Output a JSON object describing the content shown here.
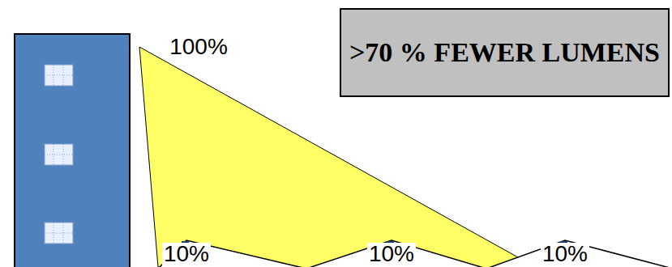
{
  "diagram": {
    "nodes": [
      {
        "text": [
          ">70 % FEWER LUMENS"
        ]
      }
    ],
    "labels": [
      "100%",
      "10%",
      "10%",
      "10%"
    ]
  }
}
